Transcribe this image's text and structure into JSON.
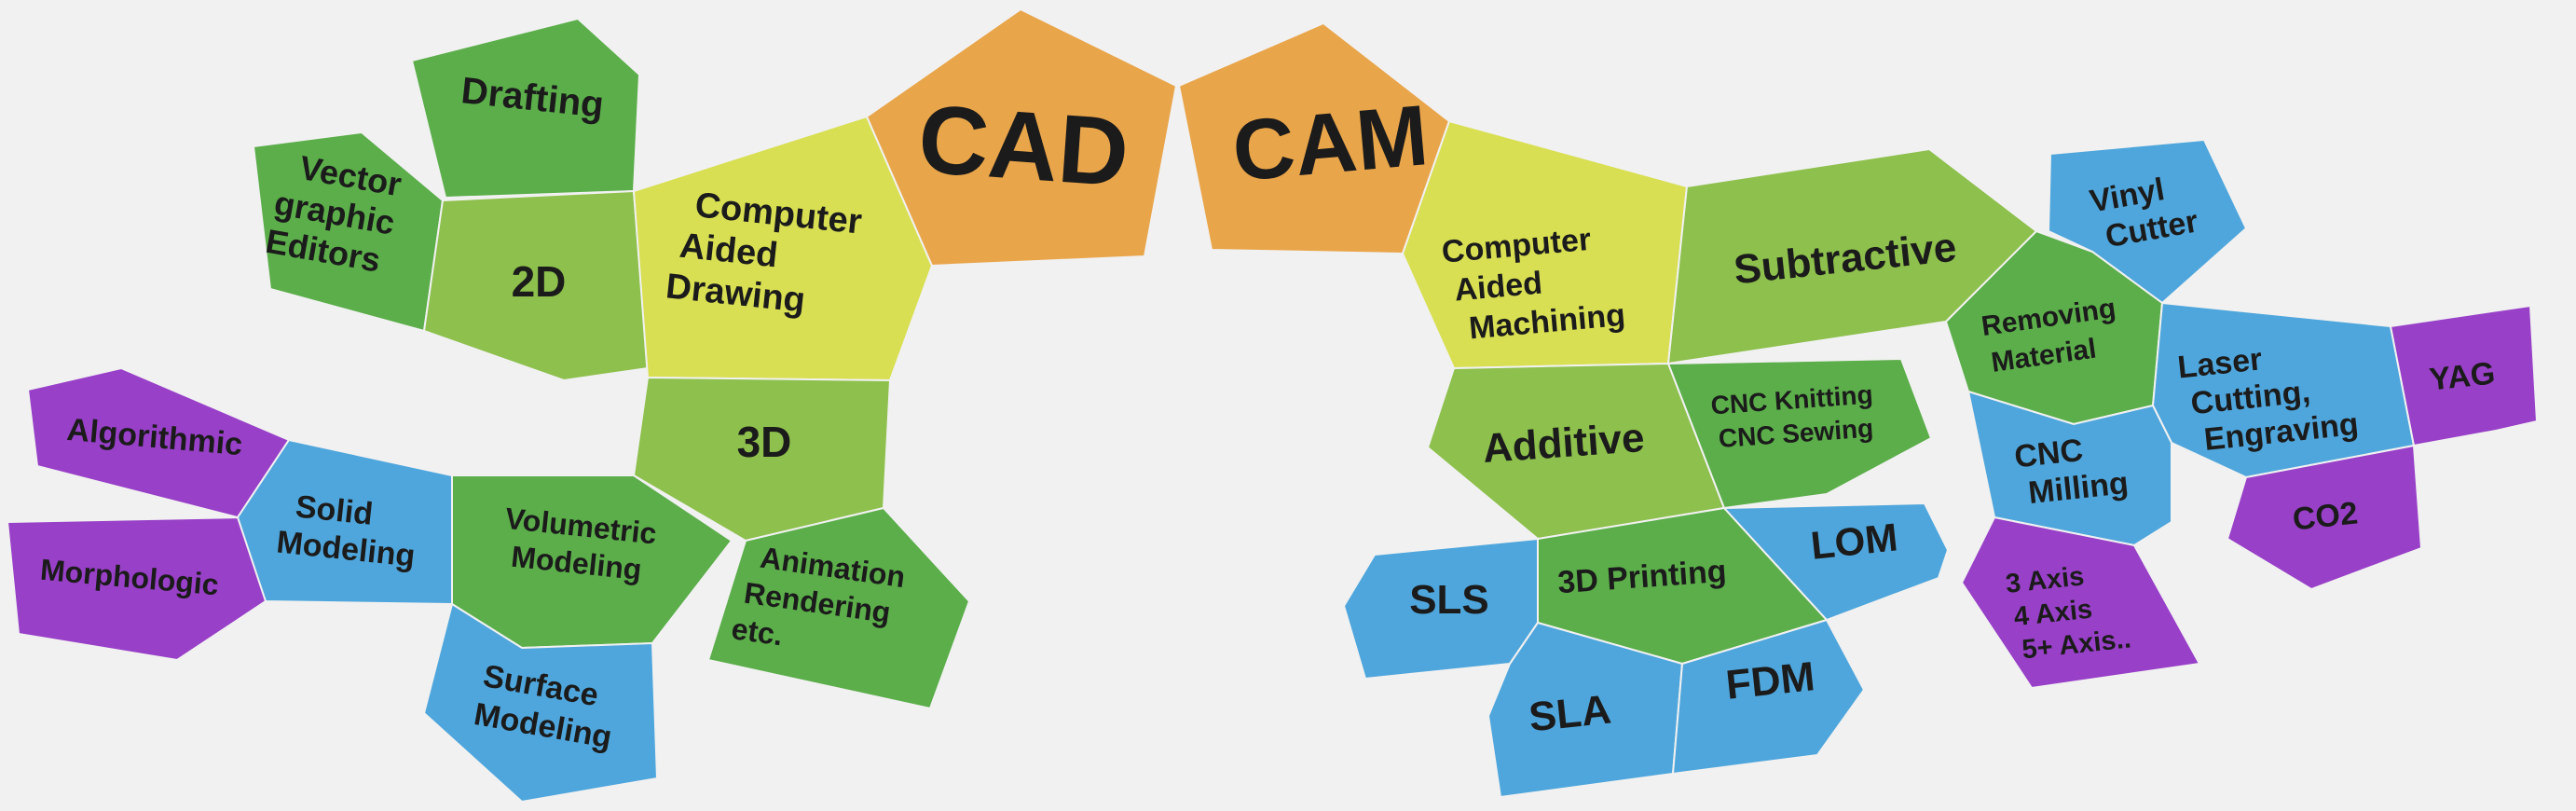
{
  "colors": {
    "orange": "#E9A54A",
    "yellow": "#D8DF52",
    "lightGreen": "#8DC04C",
    "darkGreen": "#5BAE4A",
    "blue": "#4FA6DC",
    "purple": "#9840C8",
    "background": "#F1F1F1"
  },
  "nodes": {
    "cad": "CAD",
    "cam": "CAM",
    "drafting": "Drafting",
    "vector_graphic_editors": [
      "Vector",
      "graphic",
      "Editors"
    ],
    "two_d": "2D",
    "computer_aided_drawing": [
      "Computer",
      "Aided",
      "Drawing"
    ],
    "three_d": "3D",
    "algorithmic": "Algorithmic",
    "morphologic": "Morphologic",
    "solid_modeling": [
      "Solid",
      "Modeling"
    ],
    "volumetric_modeling": [
      "Volumetric",
      "Modeling"
    ],
    "animation_rendering": [
      "Animation",
      "Rendering",
      "etc."
    ],
    "surface_modeling": [
      "Surface",
      "Modeling"
    ],
    "computer_aided_machining": [
      "Computer",
      "Aided",
      "Machining"
    ],
    "subtractive": "Subtractive",
    "vinyl_cutter": [
      "Vinyl",
      "Cutter"
    ],
    "removing_material": [
      "Removing",
      "Material"
    ],
    "laser_cutting": [
      "Laser",
      "Cutting,",
      "Engraving"
    ],
    "yag": "YAG",
    "co2": "CO2",
    "cnc_milling": [
      "CNC",
      "Milling"
    ],
    "axis": [
      "3 Axis",
      "4 Axis",
      "5+ Axis.."
    ],
    "additive": "Additive",
    "cnc_knitting_sewing": [
      "CNC Knitting",
      "CNC Sewing"
    ],
    "three_d_printing": "3D Printing",
    "lom": "LOM",
    "sls": "SLS",
    "sla": "SLA",
    "fdm": "FDM"
  }
}
